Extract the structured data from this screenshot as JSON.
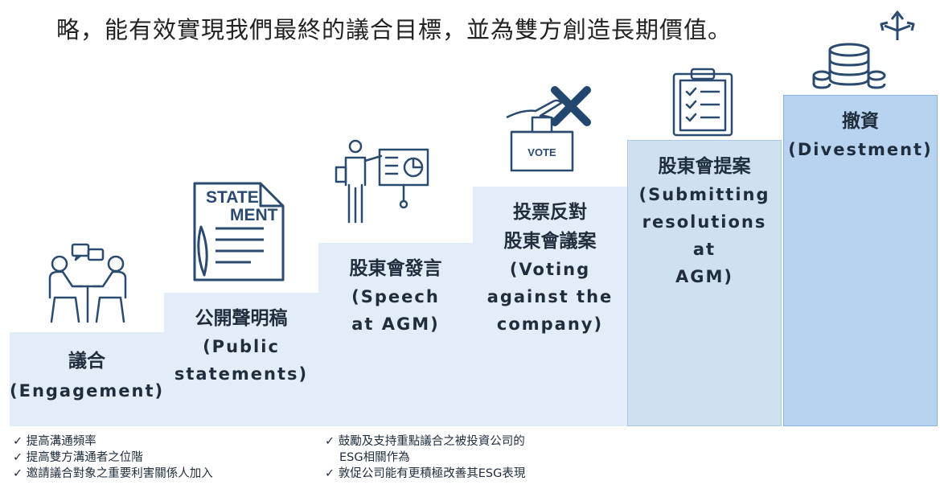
{
  "header": {
    "text": "略，能有效實現我們最終的議合目標，並為雙方創造長期價值。"
  },
  "steps": [
    {
      "zh": "議合",
      "en": "(Engagement)",
      "icon": "meeting-people-icon"
    },
    {
      "zh": "公開聲明稿",
      "en1": "(Public",
      "en2": "statements)",
      "icon": "statement-document-icon",
      "icon_text1": "STATE",
      "icon_text2": "MENT"
    },
    {
      "zh": "股東會發言",
      "en1": "(Speech",
      "en2": "at AGM)",
      "icon": "presenter-icon"
    },
    {
      "zh1": "投票反對",
      "zh2": "股東會議案",
      "en1": "(Voting",
      "en2": "against the",
      "en3": "company)",
      "icon": "vote-against-icon",
      "icon_text": "VOTE"
    },
    {
      "zh": "股東會提案",
      "en1": "(Submitting",
      "en2": "resolutions at",
      "en3": "AGM)",
      "icon": "clipboard-checklist-icon"
    },
    {
      "zh": "撤資",
      "en": "(Divestment)",
      "icon": "coins-divest-icon"
    }
  ],
  "bullets_left": [
    "✓ 提高溝通頻率",
    "✓ 提高雙方溝通者之位階",
    "✓ 邀請議合對象之重要利害關係人加入"
  ],
  "bullets_right": {
    "item1": "✓ 鼓勵及支持重點議合之被投資公司的",
    "item1_cont": "ESG相關作為",
    "item2": "✓ 敦促公司能有更積極改善其ESG表現"
  },
  "colors": {
    "step_fill": "#e3edf7",
    "step5_fill": "#cfe0f1",
    "step6_fill": "#b7d3ef",
    "icon": "#2b4a6f"
  }
}
